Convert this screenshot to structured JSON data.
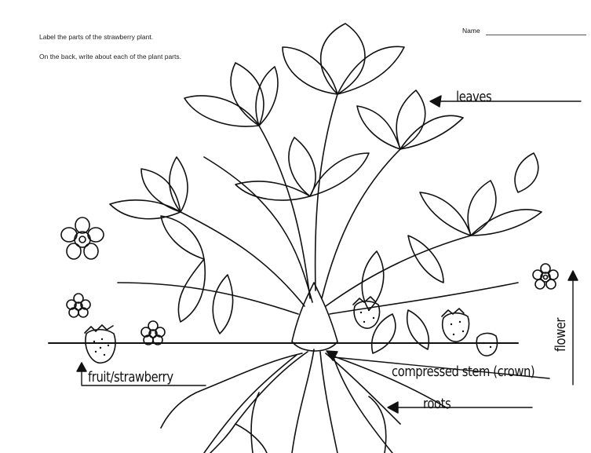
{
  "worksheet": {
    "instruction_1": "Label the parts of the strawberry plant.",
    "instruction_2": "On the back, write about each of the plant parts.",
    "name_label": "Name"
  },
  "labels": {
    "leaves": "leaves",
    "fruit": "fruit/strawberry",
    "crown": "compressed stem (crown)",
    "roots": "roots",
    "flower": "flower"
  },
  "colors": {
    "ink": "#111111",
    "paper": "#ffffff"
  }
}
